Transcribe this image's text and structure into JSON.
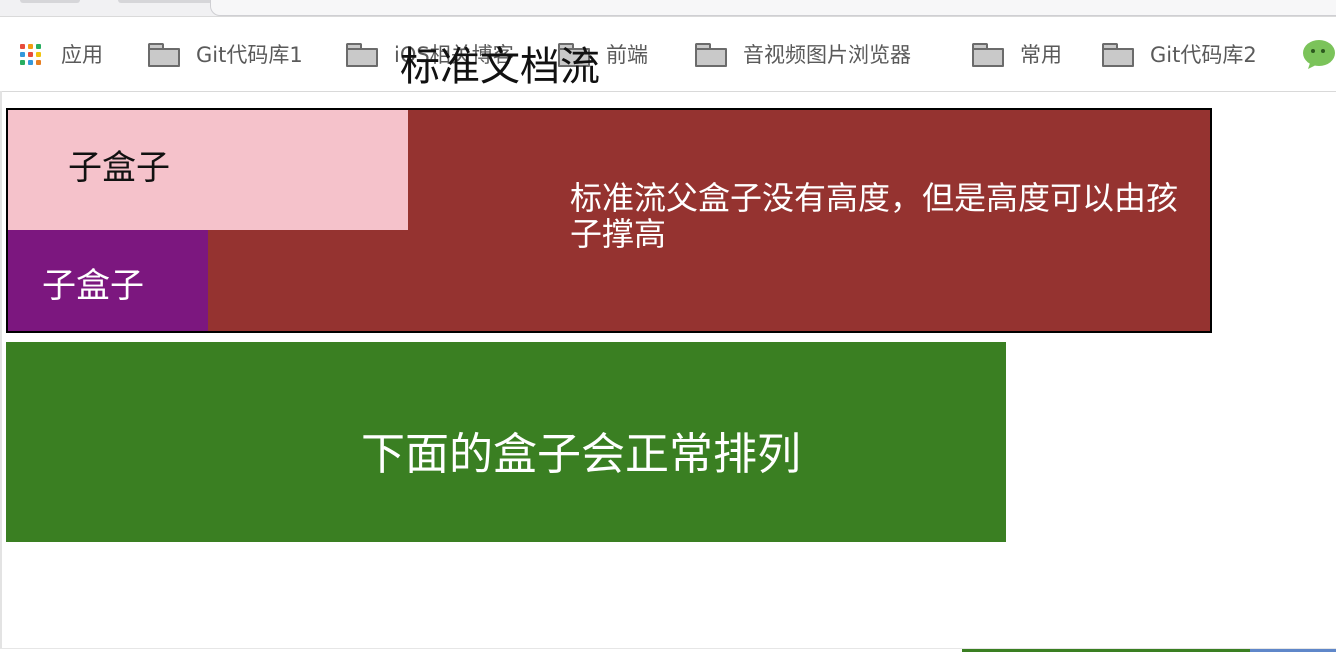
{
  "bookmarks": {
    "apps_label": "应用",
    "items": [
      {
        "label": "Git代码库1"
      },
      {
        "label": "iOS相关博客"
      },
      {
        "label": "前端"
      },
      {
        "label": "音视频图片浏览器"
      },
      {
        "label": "常用"
      },
      {
        "label": "Git代码库2"
      }
    ]
  },
  "page": {
    "title": "标准文档流",
    "parent_text": "标准流父盒子没有高度，但是高度可以由孩子撑高",
    "child_pink_label": "子盒子",
    "child_purple_label": "子盒子",
    "green_label": "下面的盒子会正常排列"
  },
  "colors": {
    "parent_bg": "#953330",
    "child_pink_bg": "#f5c2cb",
    "child_purple_bg": "#7c177f",
    "green_bg": "#3a7f22",
    "apps_grid": [
      "#e74c3c",
      "#f39c12",
      "#27ae60",
      "#3498db",
      "#e74c3c",
      "#f1c40f",
      "#27ae60",
      "#3498db",
      "#e67e22"
    ]
  },
  "icons": {
    "apps": "apps-grid-icon",
    "folder": "folder-icon",
    "chat": "wechat-icon"
  }
}
